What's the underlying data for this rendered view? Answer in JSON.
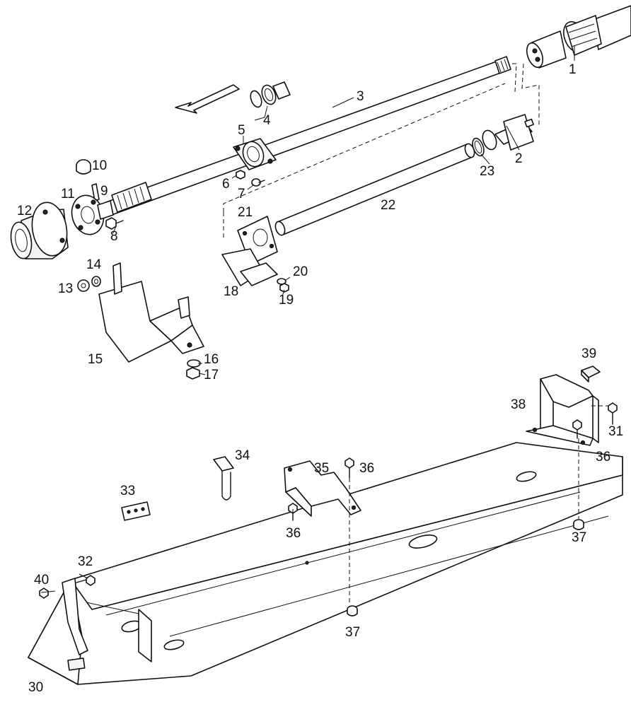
{
  "callouts": {
    "c1": "1",
    "c2": "2",
    "c3": "3",
    "c4": "4",
    "c5": "5",
    "c6": "6",
    "c7": "7",
    "c8": "8",
    "c9": "9",
    "c10": "10",
    "c11": "11",
    "c12": "12",
    "c13": "13",
    "c14": "14",
    "c15": "15",
    "c16": "16",
    "c17": "17",
    "c18": "18",
    "c19": "19",
    "c20": "20",
    "c21": "21",
    "c22": "22",
    "c23": "23",
    "c30": "30",
    "c31": "31",
    "c32": "32",
    "c33": "33",
    "c34": "34",
    "c35": "35",
    "c36a": "36",
    "c36b": "36",
    "c36c": "36",
    "c37a": "37",
    "c37b": "37",
    "c38": "38",
    "c39": "39",
    "c40": "40"
  },
  "colors": {
    "ink": "#111111",
    "paper": "#ffffff"
  }
}
